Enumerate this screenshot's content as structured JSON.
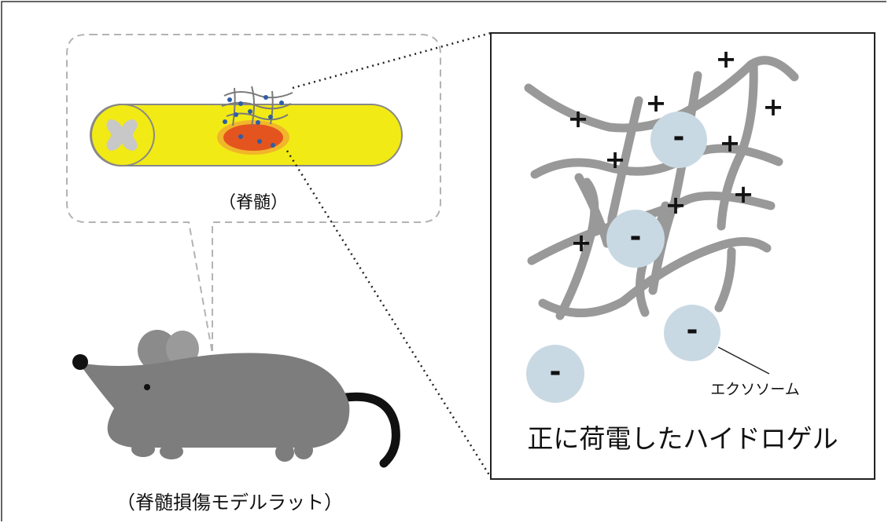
{
  "labels": {
    "spinal_cord": "（脊髄）",
    "rat_model": "（脊髄損傷モデルラット）",
    "exosome": "エクソソーム",
    "hydrogel": "正に荷電したハイドロゲル"
  },
  "charges": {
    "positive": "+",
    "negative": "-"
  },
  "colors": {
    "spinal_cord_fill": "#f2ea14",
    "gray_matter": "#c8c8c8",
    "injury_site": "#e4541e",
    "hydrogel_fiber": "#999999",
    "exosome_fill": "#c9d9e3",
    "exosome_dot": "#2e5da6",
    "rat_body": "#7d7d7d",
    "tail": "#111111",
    "dashed_callout": "#b3b3b3"
  }
}
